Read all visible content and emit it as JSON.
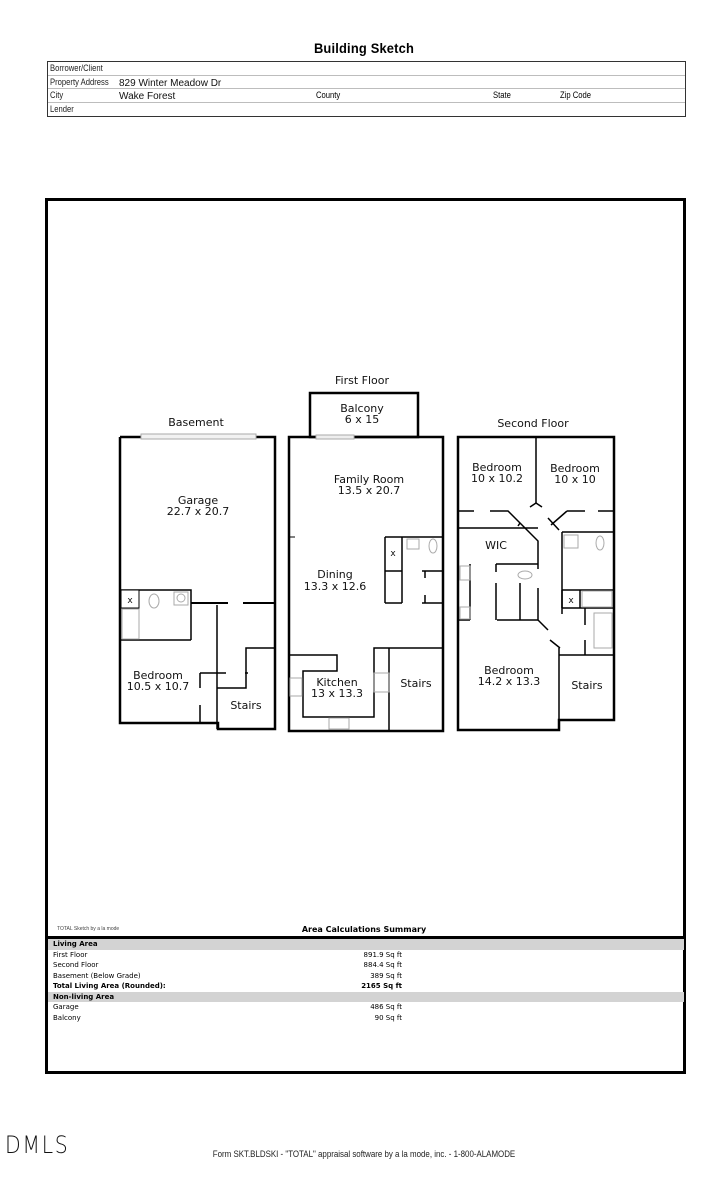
{
  "document": {
    "title": "Building Sketch"
  },
  "info": {
    "borrower_label": "Borrower/Client",
    "borrower_value": "",
    "address_label": "Property Address",
    "address_value": "829 Winter Meadow Dr",
    "city_label": "City",
    "city_value": "Wake Forest",
    "county_label": "County",
    "state_label": "State",
    "zip_label": "Zip Code",
    "lender_label": "Lender"
  },
  "sketch": {
    "floors": {
      "basement": "Basement",
      "first": "First Floor",
      "second": "Second Floor"
    },
    "rooms": {
      "garage": {
        "name": "Garage",
        "dims": "22.7 x 20.7"
      },
      "basement_bedroom": {
        "name": "Bedroom",
        "dims": "10.5 x 10.7"
      },
      "basement_stairs": {
        "name": "Stairs"
      },
      "balcony": {
        "name": "Balcony",
        "dims": "6 x 15"
      },
      "family_room": {
        "name": "Family Room",
        "dims": "13.5 x 20.7"
      },
      "dining": {
        "name": "Dining",
        "dims": "13.3 x 12.6"
      },
      "kitchen": {
        "name": "Kitchen",
        "dims": "13 x 13.3"
      },
      "first_stairs": {
        "name": "Stairs"
      },
      "bedroom_2a": {
        "name": "Bedroom",
        "dims": "10 x 10.2"
      },
      "bedroom_2b": {
        "name": "Bedroom",
        "dims": "10 x 10"
      },
      "wic": {
        "name": "WIC"
      },
      "bedroom_master": {
        "name": "Bedroom",
        "dims": "14.2 x 13.3"
      },
      "second_stairs": {
        "name": "Stairs"
      }
    },
    "closet_mark": "x"
  },
  "summary": {
    "credit": "TOTAL Sketch by a la mode",
    "title": "Area Calculations Summary",
    "living_header": "Living Area",
    "living_rows": [
      {
        "label": "First Floor",
        "value": "891.9 Sq ft"
      },
      {
        "label": "Second Floor",
        "value": "884.4 Sq ft"
      },
      {
        "label": "Basement (Below Grade)",
        "value": "389 Sq ft"
      }
    ],
    "total_label": "Total Living Area (Rounded):",
    "total_value": "2165 Sq ft",
    "nonliving_header": "Non-living Area",
    "nonliving_rows": [
      {
        "label": "Garage",
        "value": "486 Sq ft"
      },
      {
        "label": "Balcony",
        "value": "90 Sq ft"
      }
    ]
  },
  "footer": {
    "logo": "DMLS",
    "form_text": "Form SKT.BLDSKI - \"TOTAL\" appraisal software by a la mode, inc. - 1-800-ALAMODE"
  }
}
